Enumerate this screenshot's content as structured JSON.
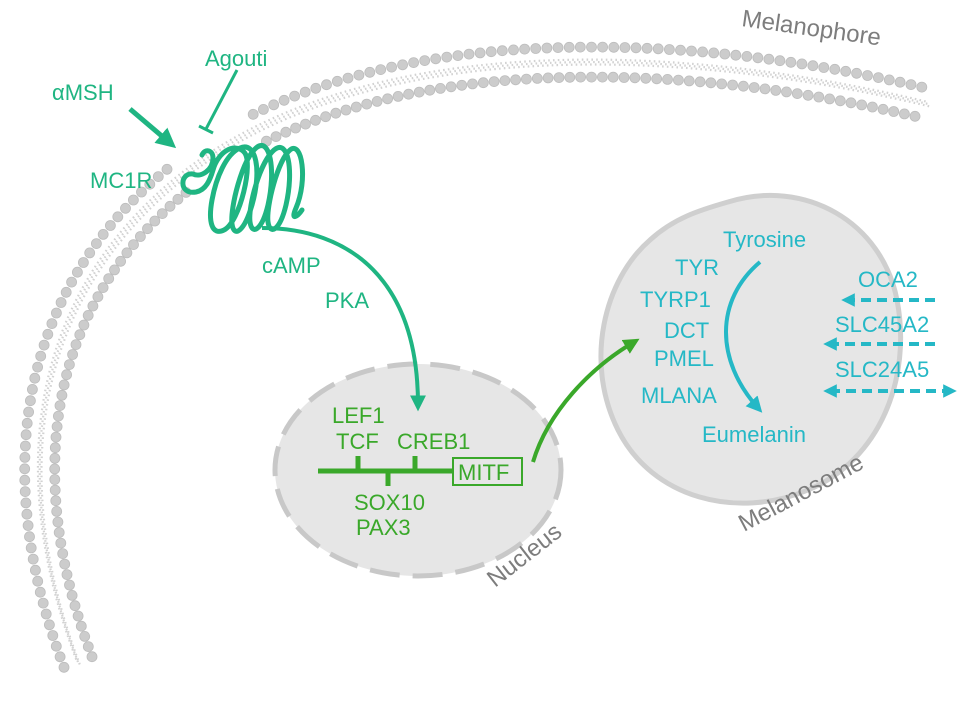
{
  "labels": {
    "melanophore": "Melanophore",
    "agouti": "Agouti",
    "amsh": "αMSH",
    "mc1r": "MC1R",
    "camp": "cAMP",
    "pka": "PKA",
    "lef1": "LEF1",
    "tcf": "TCF",
    "creb1": "CREB1",
    "mitf": "MITF",
    "sox10": "SOX10",
    "pax3": "PAX3",
    "nucleus": "Nucleus",
    "tyrosine": "Tyrosine",
    "tyr": "TYR",
    "tyrp1": "TYRP1",
    "dct": "DCT",
    "pmel": "PMEL",
    "mlana": "MLANA",
    "eumelanin": "Eumelanin",
    "melanosome": "Melanosome",
    "oca2": "OCA2",
    "slc45a2": "SLC45A2",
    "slc24a5": "SLC24A5"
  },
  "colors": {
    "signaling": "#1fb582",
    "nuclear": "#3aa82a",
    "melanosome_text": "#25b8c6",
    "structure_text": "#7d7d7d",
    "organelle_fill": "#e6e6e6",
    "organelle_stroke": "#cfcfcf",
    "lipid_head": "#cccccc"
  }
}
